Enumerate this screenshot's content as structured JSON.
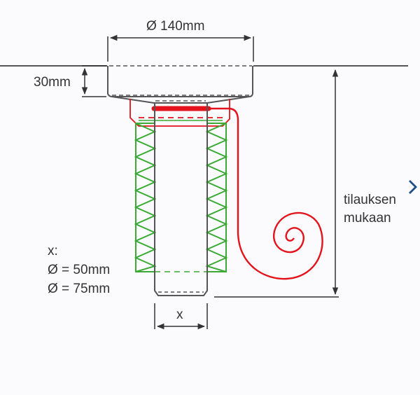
{
  "diagram": {
    "top_diameter_label": "Ø 140mm",
    "depth_label": "30mm",
    "pipe_label": "x",
    "pipe_options": {
      "heading": "x:",
      "option_1": "Ø = 50mm",
      "option_2": "Ø = 75mm"
    },
    "length_label_line1": "tilauksen",
    "length_label_line2": "mukaan"
  },
  "navigation": {
    "next_icon": "chevron-right-icon"
  },
  "colors": {
    "line": "#555555",
    "heating_cable": "#e3121b",
    "insulation": "#3aaa35",
    "chevron": "#1c4f8c"
  }
}
